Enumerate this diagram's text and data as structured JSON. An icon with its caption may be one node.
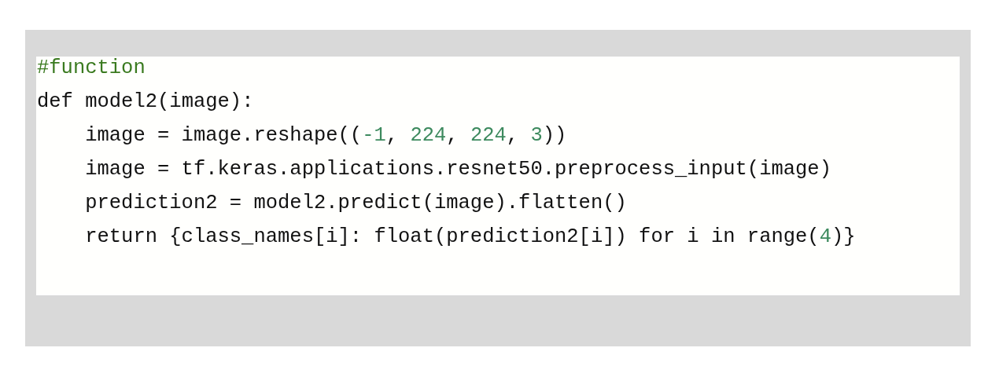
{
  "diagram": {
    "labels": [
      "#function",
      "def model2(image):",
      "image = image.reshape((-1, 224, 224, 3))",
      "image = tf.keras.applications.resnet50.preprocess_input(image)",
      "prediction2 = model2.predict(image).flatten()",
      "return {class_names[i]: float(prediction2[i]) for i in range(4)}"
    ]
  }
}
